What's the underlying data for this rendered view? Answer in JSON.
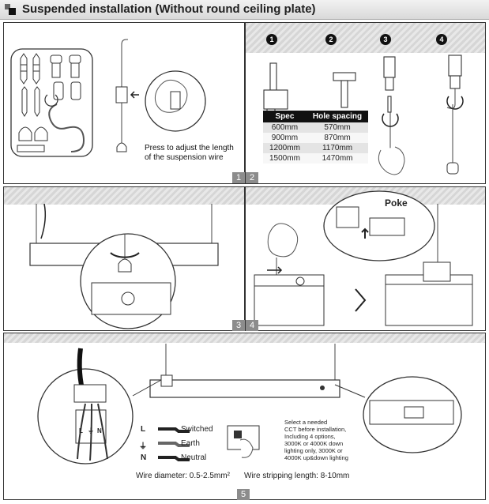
{
  "header": {
    "title": "Suspended installation (Without round ceiling plate)"
  },
  "steps": {
    "s1": "1",
    "s2": "2",
    "s3": "3",
    "s4": "4",
    "s5": "5",
    "circled": [
      "1",
      "2",
      "3",
      "4"
    ]
  },
  "panel1": {
    "caption_line1": "Press to adjust the length",
    "caption_line2": "of the suspension wire"
  },
  "spec_table": {
    "headers": [
      "Spec",
      "Hole spacing"
    ],
    "rows": [
      [
        "600mm",
        "570mm"
      ],
      [
        "900mm",
        "870mm"
      ],
      [
        "1200mm",
        "1170mm"
      ],
      [
        "1500mm",
        "1470mm"
      ]
    ]
  },
  "panel4": {
    "poke_label": "Poke"
  },
  "panel5": {
    "wires": [
      {
        "letter": "L",
        "label": "Switched"
      },
      {
        "letter": "⏚",
        "label": "Earth"
      },
      {
        "letter": "N",
        "label": "Neutral"
      }
    ],
    "terminal_labels": [
      "L",
      "⏚",
      "N"
    ],
    "cct_note": [
      "Select a needed",
      "CCT before installation,",
      "Including 4 options,",
      "3000K or 4000K down",
      "lighting only, 3000K or",
      "4000K up&down lighting"
    ],
    "wire_diameter": "Wire diameter: 0.5-2.5mm²",
    "wire_stripping": "Wire stripping length: 8-10mm"
  }
}
